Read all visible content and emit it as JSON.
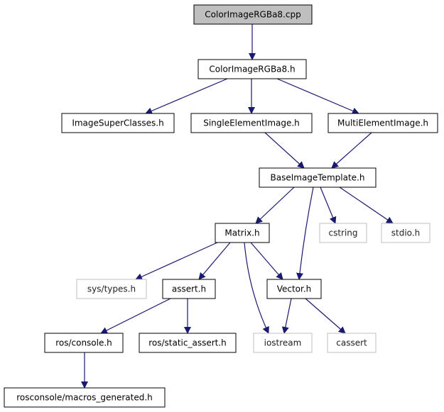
{
  "nodes": [
    {
      "id": "colorimagergba8-cpp",
      "label": "ColorImageRGBa8.cpp",
      "kind": "root"
    },
    {
      "id": "colorimagergba8-h",
      "label": "ColorImageRGBa8.h",
      "kind": "header"
    },
    {
      "id": "imagesuperclasses-h",
      "label": "ImageSuperClasses.h",
      "kind": "header"
    },
    {
      "id": "singleelementimage-h",
      "label": "SingleElementImage.h",
      "kind": "header"
    },
    {
      "id": "multielementimage-h",
      "label": "MultiElementImage.h",
      "kind": "header"
    },
    {
      "id": "baseimagetemplate-h",
      "label": "BaseImageTemplate.h",
      "kind": "header"
    },
    {
      "id": "matrix-h",
      "label": "Matrix.h",
      "kind": "header"
    },
    {
      "id": "cstring",
      "label": "cstring",
      "kind": "system"
    },
    {
      "id": "stdio-h",
      "label": "stdio.h",
      "kind": "system"
    },
    {
      "id": "sys-types-h",
      "label": "sys/types.h",
      "kind": "system"
    },
    {
      "id": "assert-h",
      "label": "assert.h",
      "kind": "header"
    },
    {
      "id": "vector-h",
      "label": "Vector.h",
      "kind": "header"
    },
    {
      "id": "ros-console-h",
      "label": "ros/console.h",
      "kind": "header"
    },
    {
      "id": "ros-static-assert-h",
      "label": "ros/static_assert.h",
      "kind": "header"
    },
    {
      "id": "iostream",
      "label": "iostream",
      "kind": "system"
    },
    {
      "id": "cassert",
      "label": "cassert",
      "kind": "system"
    },
    {
      "id": "rosconsole-macros-generated-h",
      "label": "rosconsole/macros_generated.h",
      "kind": "header"
    }
  ],
  "edges": [
    {
      "from": "colorimagergba8-cpp",
      "to": "colorimagergba8-h"
    },
    {
      "from": "colorimagergba8-h",
      "to": "imagesuperclasses-h"
    },
    {
      "from": "colorimagergba8-h",
      "to": "singleelementimage-h"
    },
    {
      "from": "colorimagergba8-h",
      "to": "multielementimage-h"
    },
    {
      "from": "singleelementimage-h",
      "to": "baseimagetemplate-h"
    },
    {
      "from": "multielementimage-h",
      "to": "baseimagetemplate-h"
    },
    {
      "from": "baseimagetemplate-h",
      "to": "matrix-h"
    },
    {
      "from": "baseimagetemplate-h",
      "to": "vector-h"
    },
    {
      "from": "baseimagetemplate-h",
      "to": "cstring"
    },
    {
      "from": "baseimagetemplate-h",
      "to": "stdio-h"
    },
    {
      "from": "matrix-h",
      "to": "sys-types-h"
    },
    {
      "from": "matrix-h",
      "to": "assert-h"
    },
    {
      "from": "matrix-h",
      "to": "iostream"
    },
    {
      "from": "matrix-h",
      "to": "vector-h"
    },
    {
      "from": "assert-h",
      "to": "ros-console-h"
    },
    {
      "from": "assert-h",
      "to": "ros-static-assert-h"
    },
    {
      "from": "vector-h",
      "to": "iostream"
    },
    {
      "from": "vector-h",
      "to": "cassert"
    },
    {
      "from": "ros-console-h",
      "to": "rosconsole-macros-generated-h"
    }
  ],
  "colors": {
    "root_fill": "#bfbfbf",
    "node_fill": "#ffffff",
    "node_stroke": "#000000",
    "system_stroke": "#bfbfbf",
    "edge": "#191970"
  }
}
